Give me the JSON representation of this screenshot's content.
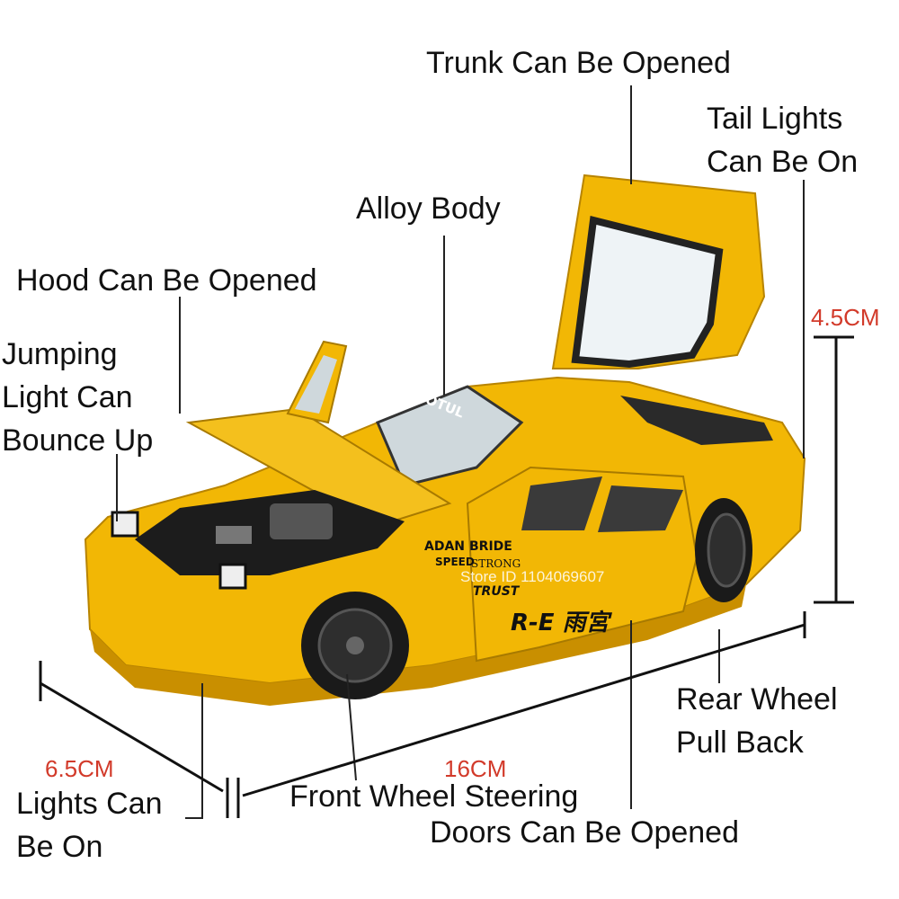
{
  "callouts": {
    "trunk": "Trunk Can Be Opened",
    "tail_lights_1": "Tail Lights",
    "tail_lights_2": "Can Be On",
    "alloy_body": "Alloy Body",
    "hood": "Hood Can Be Opened",
    "jumping_1": "Jumping",
    "jumping_2": "Light Can",
    "jumping_3": "Bounce Up",
    "rear_wheel_1": "Rear Wheel",
    "rear_wheel_2": "Pull Back",
    "front_wheel": "Front Wheel Steering",
    "doors": "Doors Can Be Opened",
    "lights_1": "Lights Can",
    "lights_2": "Be On"
  },
  "dimensions": {
    "height": "4.5CM",
    "width": "6.5CM",
    "length": "16CM"
  },
  "watermark": "Store ID 1104069607",
  "car_decals": {
    "windshield_banner": "MOTUL",
    "side_1": "ADAN",
    "side_2": "SPEED",
    "door_1": "BRIDE",
    "door_2": "STRONG",
    "door_3": "TRUST",
    "door_script": "R-E 雨宮"
  },
  "colors": {
    "body": "#f2b705",
    "body_shade": "#c98f00",
    "tire": "#1a1a1a",
    "dimension_text": "#d23a2a"
  }
}
